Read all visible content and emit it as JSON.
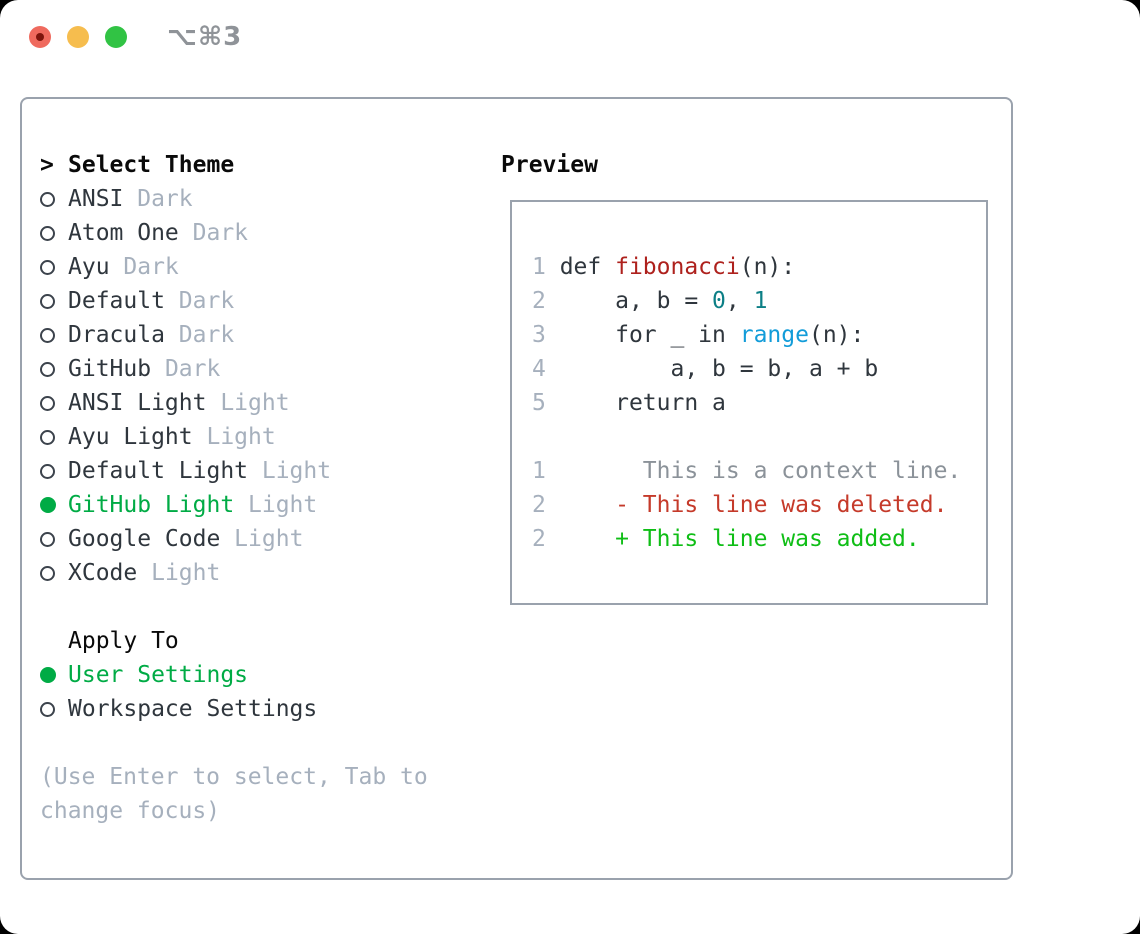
{
  "window": {
    "title": "⌥⌘3"
  },
  "titlebar": {
    "buttons": [
      "close",
      "minimize",
      "zoom"
    ]
  },
  "theme_panel": {
    "header_marker": ">",
    "header": "Select Theme",
    "themes": [
      {
        "name": "ANSI",
        "tag": "Dark",
        "selected": false
      },
      {
        "name": "Atom One",
        "tag": "Dark",
        "selected": false
      },
      {
        "name": "Ayu",
        "tag": "Dark",
        "selected": false
      },
      {
        "name": "Default",
        "tag": "Dark",
        "selected": false
      },
      {
        "name": "Dracula",
        "tag": "Dark",
        "selected": false
      },
      {
        "name": "GitHub",
        "tag": "Dark",
        "selected": false
      },
      {
        "name": "ANSI Light",
        "tag": "Light",
        "selected": false
      },
      {
        "name": "Ayu Light",
        "tag": "Light",
        "selected": false
      },
      {
        "name": "Default Light",
        "tag": "Light",
        "selected": false
      },
      {
        "name": "GitHub Light",
        "tag": "Light",
        "selected": true
      },
      {
        "name": "Google Code",
        "tag": "Light",
        "selected": false
      },
      {
        "name": "XCode",
        "tag": "Light",
        "selected": false
      }
    ],
    "apply_to": {
      "header": "Apply To",
      "options": [
        {
          "name": "User Settings",
          "selected": true
        },
        {
          "name": "Workspace Settings",
          "selected": false
        }
      ]
    },
    "help_lines": [
      "(Use Enter to select, Tab to",
      "change focus)"
    ]
  },
  "preview": {
    "header": "Preview",
    "lines": [
      {
        "num": "1",
        "segments": [
          {
            "t": "def ",
            "c": "code"
          },
          {
            "t": "fibonacci",
            "c": "func"
          },
          {
            "t": "(n):",
            "c": "code"
          }
        ]
      },
      {
        "num": "2",
        "segments": [
          {
            "t": "    a, b = ",
            "c": "code"
          },
          {
            "t": "0",
            "c": "num"
          },
          {
            "t": ", ",
            "c": "code"
          },
          {
            "t": "1",
            "c": "num"
          }
        ]
      },
      {
        "num": "3",
        "segments": [
          {
            "t": "    for _ in ",
            "c": "code"
          },
          {
            "t": "range",
            "c": "builtin"
          },
          {
            "t": "(n):",
            "c": "code"
          }
        ]
      },
      {
        "num": "4",
        "segments": [
          {
            "t": "        a, b = b, a + b",
            "c": "code"
          }
        ]
      },
      {
        "num": "5",
        "segments": [
          {
            "t": "    return a",
            "c": "code"
          }
        ]
      },
      {
        "blank": true
      },
      {
        "num": "1",
        "segments": [
          {
            "t": "      This is a context line.",
            "c": "context"
          }
        ]
      },
      {
        "num": "2",
        "segments": [
          {
            "t": "    - This line was deleted.",
            "c": "deleted"
          }
        ]
      },
      {
        "num": "2",
        "segments": [
          {
            "t": "    + This line was added.",
            "c": "added"
          }
        ]
      }
    ]
  },
  "colors": {
    "accent_green": "#00ab45",
    "added_green": "#0fbe16",
    "deleted_red": "#c53a2a",
    "function_red": "#ae211d",
    "number_teal": "#0c7f86",
    "builtin_blue": "#129cd9",
    "code_dark": "#2f363d",
    "header_black": "#0a0a0a",
    "circle_dark": "#3c434c",
    "muted": "#a6b0bd",
    "context_gray": "#8b9299",
    "line_number": "#a6b0bd",
    "border_gray": "#9aa2ad",
    "title_gray": "#8f9398",
    "traffic_red": "#ef6a5e",
    "traffic_red_dot": "#7d150d",
    "traffic_yellow": "#f6bd4e",
    "traffic_green": "#31c344"
  }
}
